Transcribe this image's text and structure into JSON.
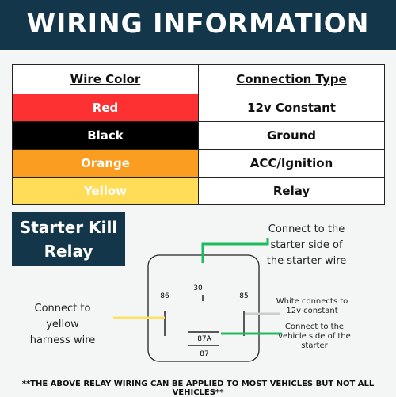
{
  "title": "WIRING INFORMATION",
  "table": {
    "headers": [
      "Wire Color",
      "Connection Type"
    ],
    "rows": [
      {
        "color": "Red",
        "connection": "12v Constant",
        "bg": "#fd3131"
      },
      {
        "color": "Black",
        "connection": "Ground",
        "bg": "#000000"
      },
      {
        "color": "Orange",
        "connection": "ACC/Ignition",
        "bg": "#fa9d21"
      },
      {
        "color": "Yellow",
        "connection": "Relay",
        "bg": "#ffdd59"
      }
    ]
  },
  "badge": {
    "line1": "Starter Kill",
    "line2": "Relay"
  },
  "relay": {
    "pins": {
      "p30": "30",
      "p86": "86",
      "p85": "85",
      "p87a": "87A",
      "p87": "87"
    },
    "colors": {
      "green": "#1dbb5d",
      "yellow": "#ffe066",
      "outline": "#222222"
    }
  },
  "annotations": {
    "starter_side": [
      "Connect to the",
      "starter side of",
      "the starter wire"
    ],
    "yellow": [
      "Connect to",
      "yellow",
      "harness wire"
    ],
    "white": [
      "White connects to",
      "12v constant"
    ],
    "vehicle_side": [
      "Connect to the",
      "vehicle side of the",
      "starter"
    ]
  },
  "footer": {
    "prefix": "**THE ABOVE RELAY WIRING CAN BE APPLIED TO MOST VEHICLES BUT ",
    "emphasis": "NOT ALL",
    "suffix": " VEHICLES**"
  }
}
